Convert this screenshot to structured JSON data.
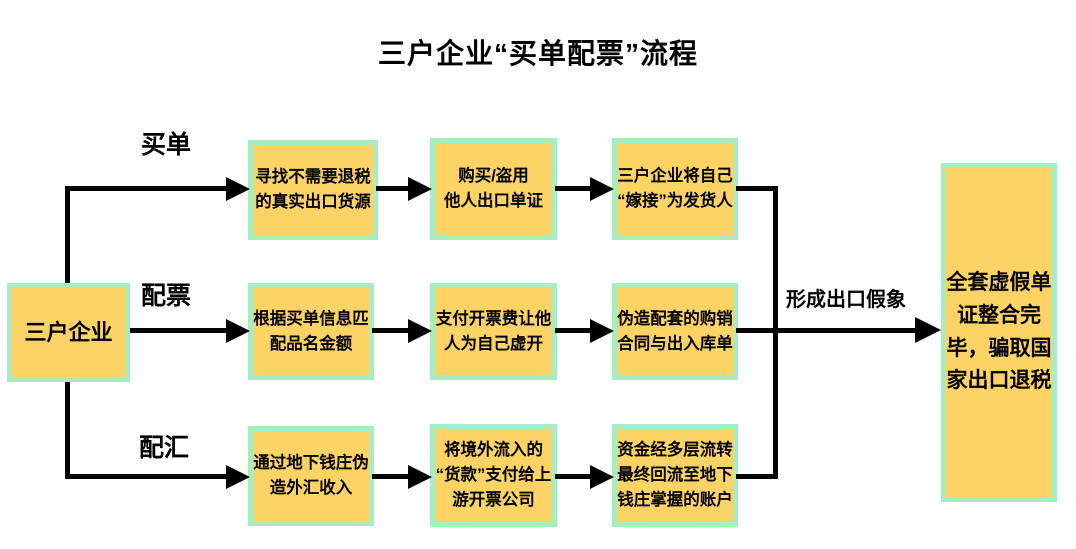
{
  "title": "三户企业“买单配票”流程",
  "source": {
    "label": "三户企业"
  },
  "branches": [
    {
      "label": "买单",
      "steps": [
        "寻找不需要退税\n的真实出口货源",
        "购买/盗用\n他人出口单证",
        "三户企业将自己\n“嫁接”为发货人"
      ]
    },
    {
      "label": "配票",
      "steps": [
        "根据买单信息匹\n配品名金额",
        "支付开票费让他\n人为自己虚开",
        "伪造配套的购销\n合同与出入库单"
      ]
    },
    {
      "label": "配汇",
      "steps": [
        "通过地下钱庄伪\n造外汇收入",
        "将境外流入的\n“货款”支付给上\n游开票公司",
        "资金经多层流转\n最终回流至地下\n钱庄掌握的账户"
      ]
    }
  ],
  "merge_label": "形成出口假象",
  "result": {
    "label": "全套虚假单\n证整合完\n毕，骗取国\n家出口退税"
  },
  "colors": {
    "node_fill": "#FDD366",
    "node_border": "#A8EDC0",
    "connector": "#000000",
    "text": "#000000",
    "background": "#FFFFFF"
  }
}
